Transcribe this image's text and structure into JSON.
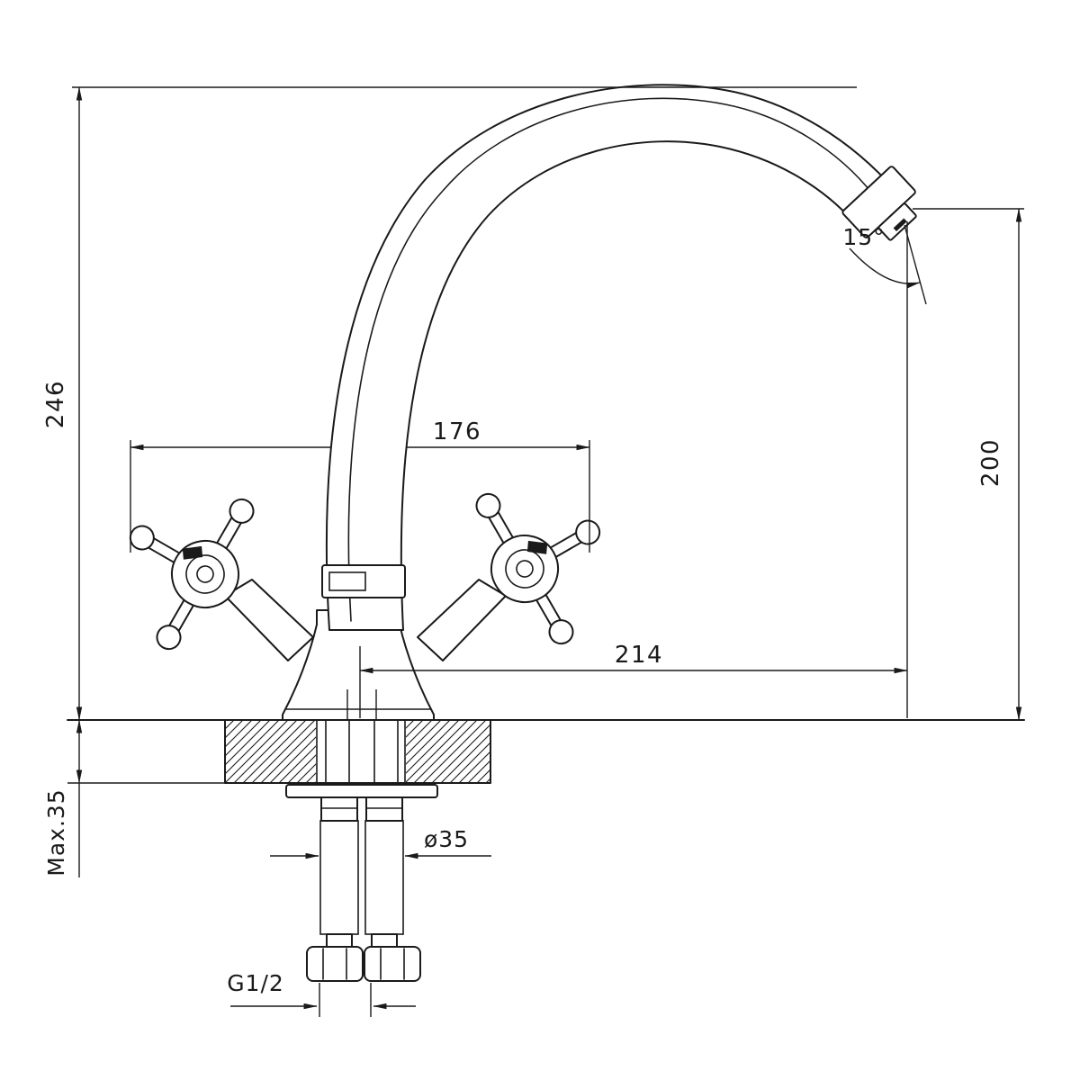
{
  "labels": {
    "total_height": "246",
    "handle_span": "176",
    "spout_outlet_height": "200",
    "spout_reach": "214",
    "outlet_angle": "15°",
    "max_mounting_thickness": "Max.35",
    "body_diameter": "ø35",
    "connection_thread": "G1/2"
  },
  "colors": {
    "line": "#1a1a1a",
    "background": "#ffffff"
  }
}
